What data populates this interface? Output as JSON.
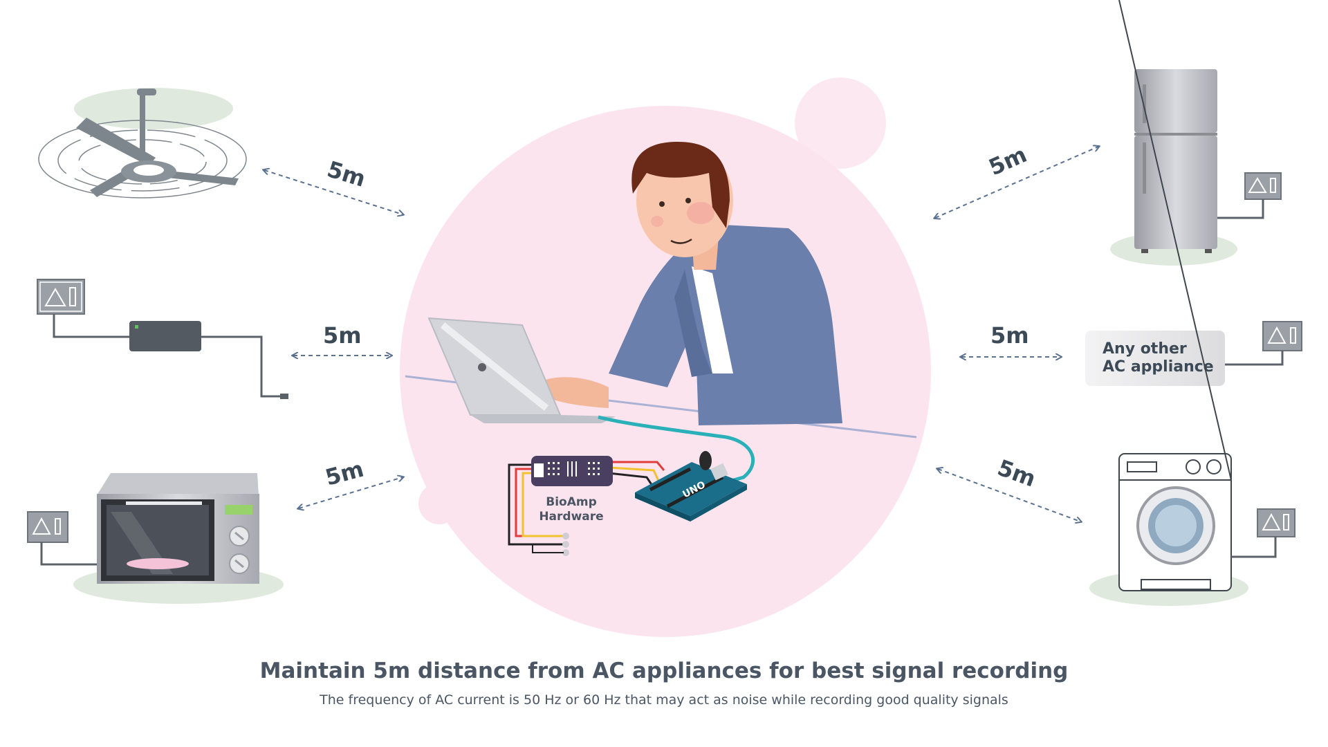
{
  "distance_labels": {
    "fan": "5m",
    "adapter": "5m",
    "microwave": "5m",
    "fridge": "5m",
    "other": "5m",
    "washer": "5m"
  },
  "hardware_label": {
    "line1": "BioAmp",
    "line2": "Hardware"
  },
  "board_label": "UNO",
  "other_appliance": {
    "line1": "Any other",
    "line2": "AC appliance"
  },
  "caption": {
    "title": "Maintain 5m distance from AC appliances for best signal recording",
    "subtitle": "The frequency of AC current is 50 Hz or 60 Hz that may act as noise while recording good quality signals"
  },
  "colors": {
    "accent_pink": "#fce4ee",
    "ground_green": "#dfe9de",
    "arrow": "#5a7191",
    "text_dark": "#3c4a57",
    "shirt_blue": "#6a7fac",
    "hair_brown": "#6b2a17"
  },
  "icons": [
    "ceiling-fan-icon",
    "power-adapter-icon",
    "microwave-icon",
    "refrigerator-icon",
    "washing-machine-icon",
    "warning-socket-icon",
    "laptop-icon",
    "arduino-board-icon"
  ]
}
